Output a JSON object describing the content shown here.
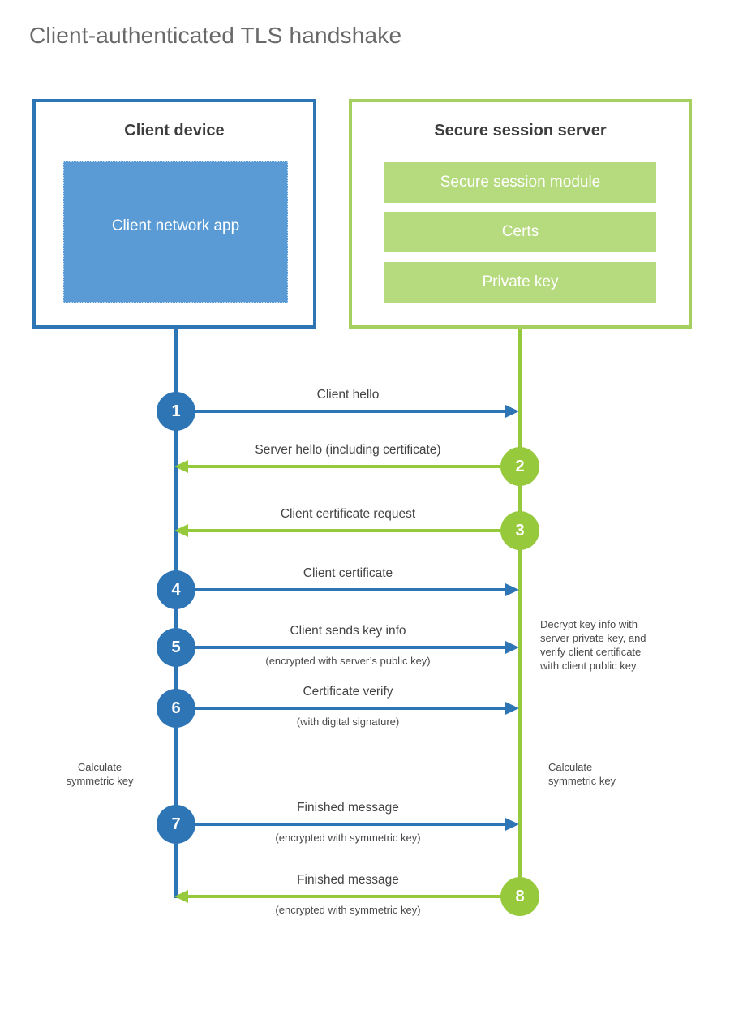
{
  "page": {
    "title": "Client-authenticated TLS handshake"
  },
  "colors": {
    "client_blue": "#2e75b6",
    "client_blue_light": "#5b9bd5",
    "server_green": "#97c93d",
    "server_green_border": "#a5d05f",
    "server_green_light": "#b6da7e"
  },
  "client_box": {
    "title": "Client device",
    "app_label": "Client network app"
  },
  "server_box": {
    "title": "Secure session server",
    "modules": [
      "Secure session module",
      "Certs",
      "Private key"
    ]
  },
  "steps": [
    {
      "number": "1",
      "from": "client",
      "label": "Client hello",
      "sublabel": ""
    },
    {
      "number": "2",
      "from": "server",
      "label": "Server hello (including certificate)",
      "sublabel": ""
    },
    {
      "number": "3",
      "from": "server",
      "label": "Client certificate request",
      "sublabel": ""
    },
    {
      "number": "4",
      "from": "client",
      "label": "Client certificate",
      "sublabel": ""
    },
    {
      "number": "5",
      "from": "client",
      "label": "Client sends key info",
      "sublabel": "(encrypted with server’s public key)"
    },
    {
      "number": "6",
      "from": "client",
      "label": "Certificate verify",
      "sublabel": "(with digital signature)"
    },
    {
      "number": "7",
      "from": "client",
      "label": "Finished message",
      "sublabel": "(encrypted with symmetric key)"
    },
    {
      "number": "8",
      "from": "server",
      "label": "Finished message",
      "sublabel": "(encrypted with symmetric key)"
    }
  ],
  "notes": {
    "decrypt_note": "Decrypt key info with\nserver private key, and\nverify client certificate\nwith client public key",
    "calc_left": "Calculate\nsymmetric key",
    "calc_right": "Calculate\nsymmetric key"
  }
}
